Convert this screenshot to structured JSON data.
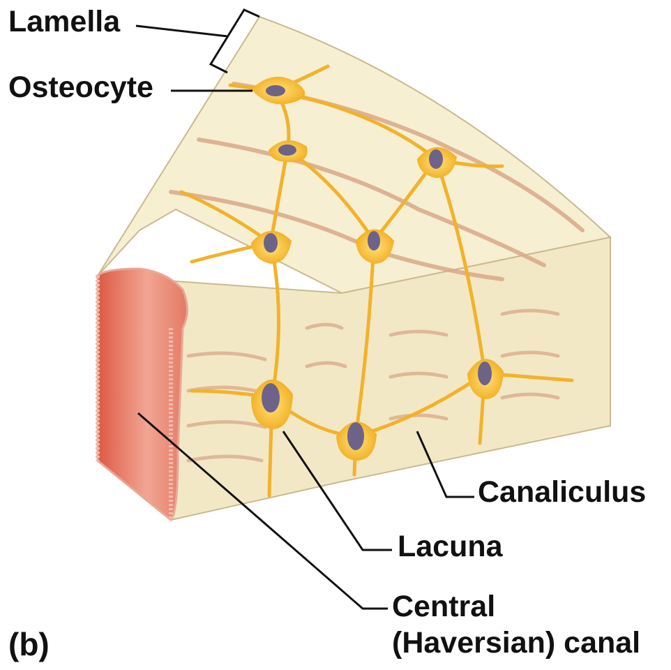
{
  "labels": {
    "lamella": "Lamella",
    "osteocyte": "Osteocyte",
    "canaliculus": "Canaliculus",
    "lacuna": "Lacuna",
    "central_line1": "Central",
    "central_line2": "(Haversian) canal",
    "panel": "(b)"
  },
  "colors": {
    "bone_matrix": "#f7efd2",
    "bone_matrix_shade": "#ede2bd",
    "gap_shadow": "#d9a98a",
    "osteocyte_body": "#f4b521",
    "osteocyte_light": "#ffd960",
    "nucleus": "#6d6389",
    "canal_red": "#e0705a",
    "canal_light": "#f7b7a3",
    "leader_line": "#111111"
  }
}
